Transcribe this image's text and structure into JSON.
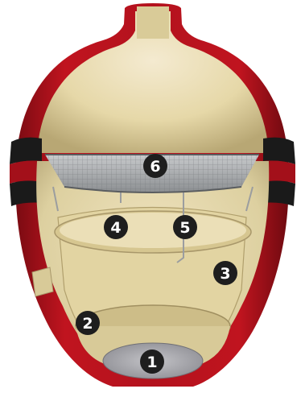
{
  "diagram": {
    "colors": {
      "shell_red": "#b3121d",
      "shell_dark": "#6e0a10",
      "interior_cream": "#e6d8a8",
      "interior_shadow": "#b8a774",
      "gasket_black": "#1a1a1a",
      "grate_steel": "#a7a9ab",
      "marker_fill": "#1e1e1e",
      "marker_text": "#ffffff"
    },
    "markers": [
      {
        "label": "1"
      },
      {
        "label": "2"
      },
      {
        "label": "3"
      },
      {
        "label": "4"
      },
      {
        "label": "5"
      },
      {
        "label": "6"
      }
    ]
  }
}
